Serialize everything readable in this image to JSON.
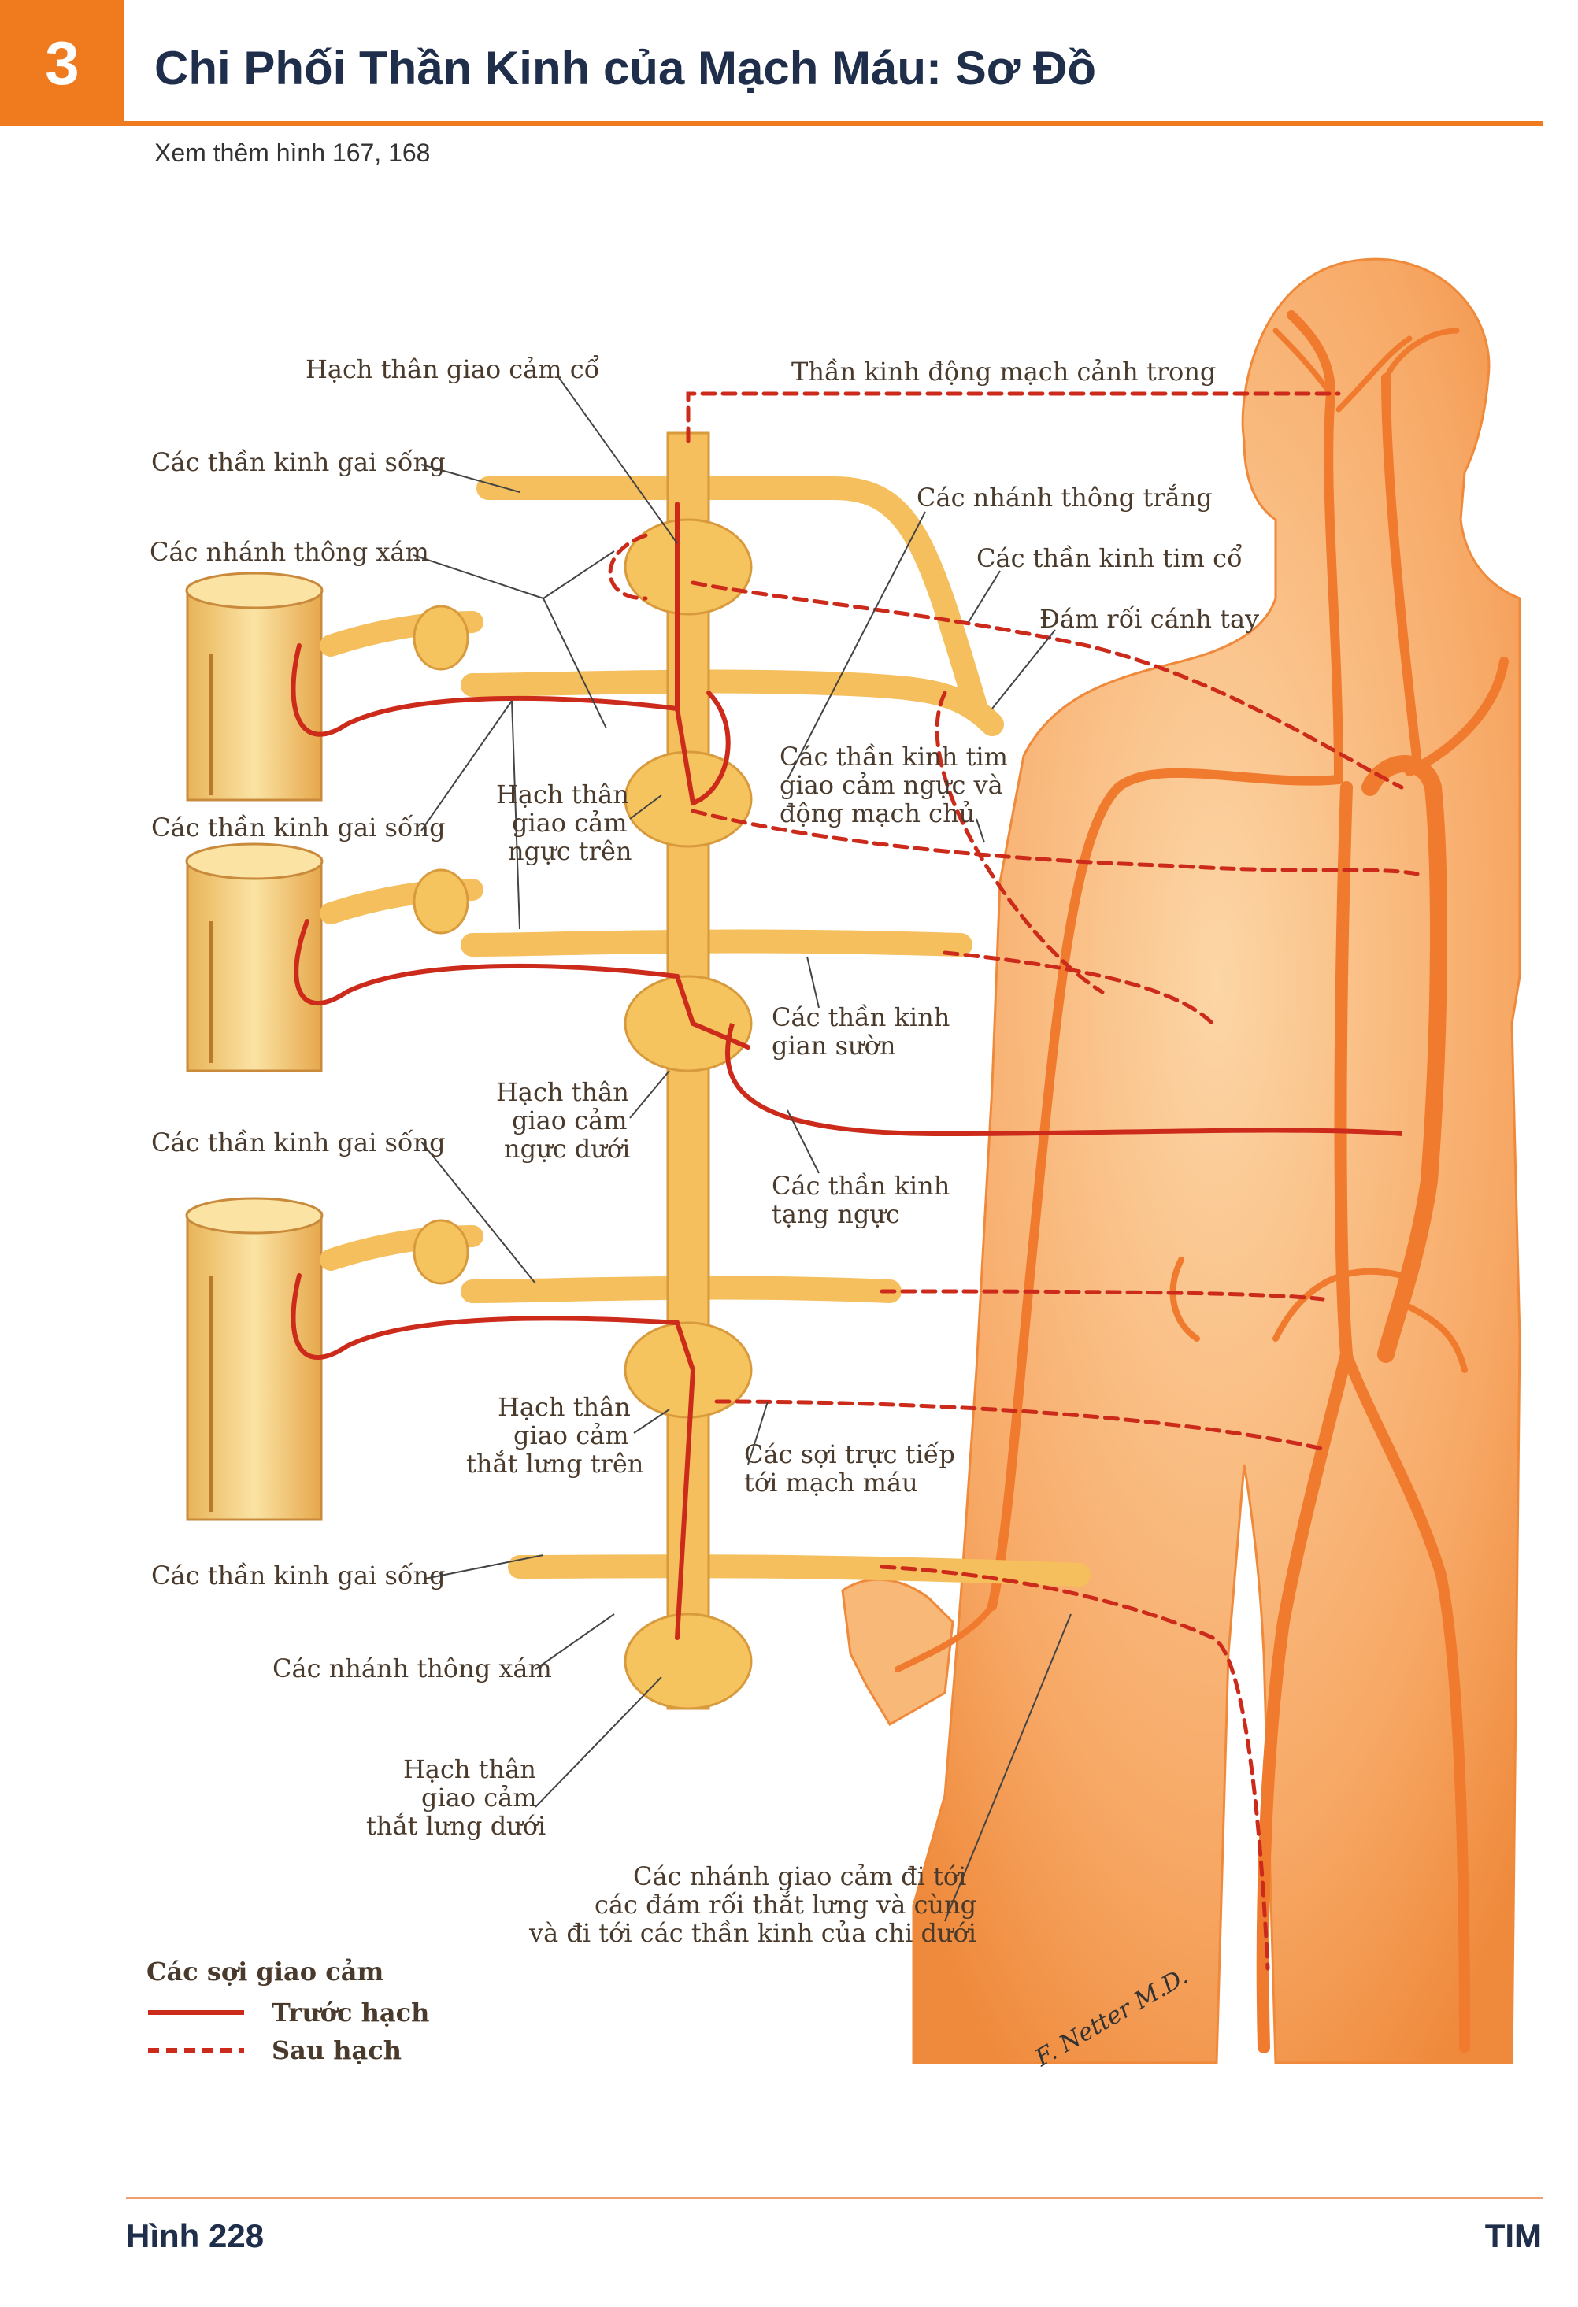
{
  "header": {
    "chapter_number": "3",
    "title": "Chi Phối Thần Kinh của Mạch Máu: Sơ Đồ",
    "see_also": "Xem thêm hình 167, 168"
  },
  "labels": {
    "l1": "Hạch thân giao cảm cổ",
    "l2": "Thần kinh động mạch cảnh trong",
    "l3": "Các thần kinh gai sống",
    "l4": "Các nhánh thông trắng",
    "l5": "Các nhánh thông xám",
    "l6": "Các thần kinh tim cổ",
    "l7": "Đám rối cánh tay",
    "l8a": "Các thần kinh tim",
    "l8b": "giao cảm ngực và",
    "l8c": "động mạch chủ",
    "l9": "Các thần kinh gai sống",
    "l10a": "Hạch thân",
    "l10b": "giao cảm",
    "l10c": "ngực trên",
    "l11a": "Các thần kinh",
    "l11b": "gian sườn",
    "l12a": "Hạch thân",
    "l12b": "giao cảm",
    "l12c": "ngực dưới",
    "l13": "Các thần kinh gai sống",
    "l14a": "Các thần kinh",
    "l14b": "tạng ngực",
    "l15a": "Hạch thân",
    "l15b": "giao cảm",
    "l15c": "thắt lưng trên",
    "l16a": "Các sợi trực tiếp",
    "l16b": "tới mạch máu",
    "l17": "Các thần kinh gai sống",
    "l18": "Các nhánh thông xám",
    "l19a": "Hạch thân",
    "l19b": "giao cảm",
    "l19c": "thắt lưng dưới",
    "l20a": "Các nhánh giao cảm đi tới",
    "l20b": "các đám rối thắt lưng và cùng",
    "l20c": "và đi tới các thần kinh của chi dưới"
  },
  "legend": {
    "title": "Các sợi giao cảm",
    "pre": "Trước hạch",
    "post": "Sau hạch"
  },
  "signature": "F. Netter M.D.",
  "footer": {
    "figure": "Hình 228",
    "section": "TIM"
  },
  "colors": {
    "accent": "#f07a1e",
    "nerve": "#cc2a1a",
    "body": "#f7a257",
    "ganglion": "#f6c45e"
  }
}
